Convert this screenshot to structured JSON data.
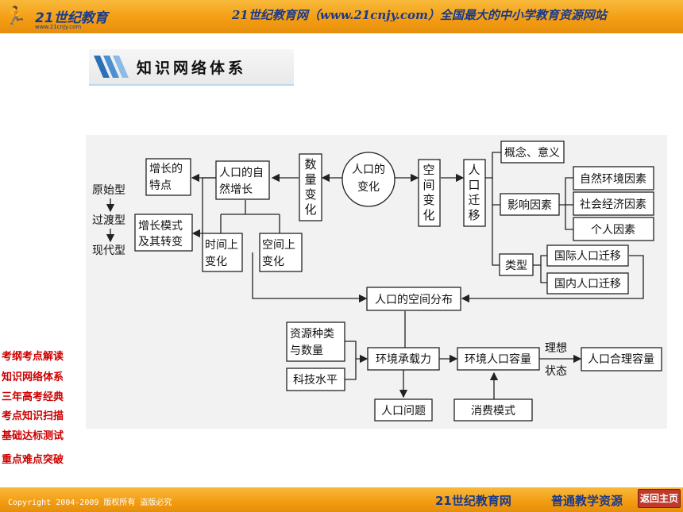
{
  "header": {
    "logo_text": "21世纪教育",
    "logo_url": "www.21cnjy.com",
    "slogan": "21世纪教育网（www.21cnjy.com）全国最大的中小学教育资源网站"
  },
  "section_title": "知识网络体系",
  "diagram": {
    "center": [
      "人口的",
      "变化"
    ],
    "quantity": "数量变化",
    "space": "空间变化",
    "natural_growth": [
      "人口的自",
      "然增长"
    ],
    "growth_features": [
      "增长的",
      "特点"
    ],
    "growth_mode": [
      "增长模式",
      "及其转变"
    ],
    "mode_types": [
      "原始型",
      "过渡型",
      "现代型"
    ],
    "time_change": [
      "时间上",
      "变化"
    ],
    "space_change": [
      "空间上",
      "变化"
    ],
    "migration": "人口迁移",
    "concept": "概念、意义",
    "factors": "影响因素",
    "factor_items": [
      "自然环境因素",
      "社会经济因素",
      "个人因素"
    ],
    "types": "类型",
    "type_items": [
      "国际人口迁移",
      "国内人口迁移"
    ],
    "distribution": "人口的空间分布",
    "resources": [
      "资源种类",
      "与数量"
    ],
    "tech": "科技水平",
    "capacity": "环境承载力",
    "env_pop_capacity": "环境人口容量",
    "ideal": [
      "理想",
      "状态"
    ],
    "reasonable": "人口合理容量",
    "problem": "人口问题",
    "consumption": "消费模式"
  },
  "side_nav": [
    "考纲考点解读",
    "知识网络体系",
    "三年高考经典",
    "考点知识扫描",
    "基础达标测试",
    "重点难点突破"
  ],
  "footer": {
    "copyright": "Copyright 2004-2009 版权所有 盗版必究",
    "site": "21世纪教育网",
    "sub": "普通教学资源",
    "back": "返回主页"
  },
  "colors": {
    "bar": "#f39c12",
    "nav_text": "#cc0000",
    "brand": "#1a3a8a"
  }
}
